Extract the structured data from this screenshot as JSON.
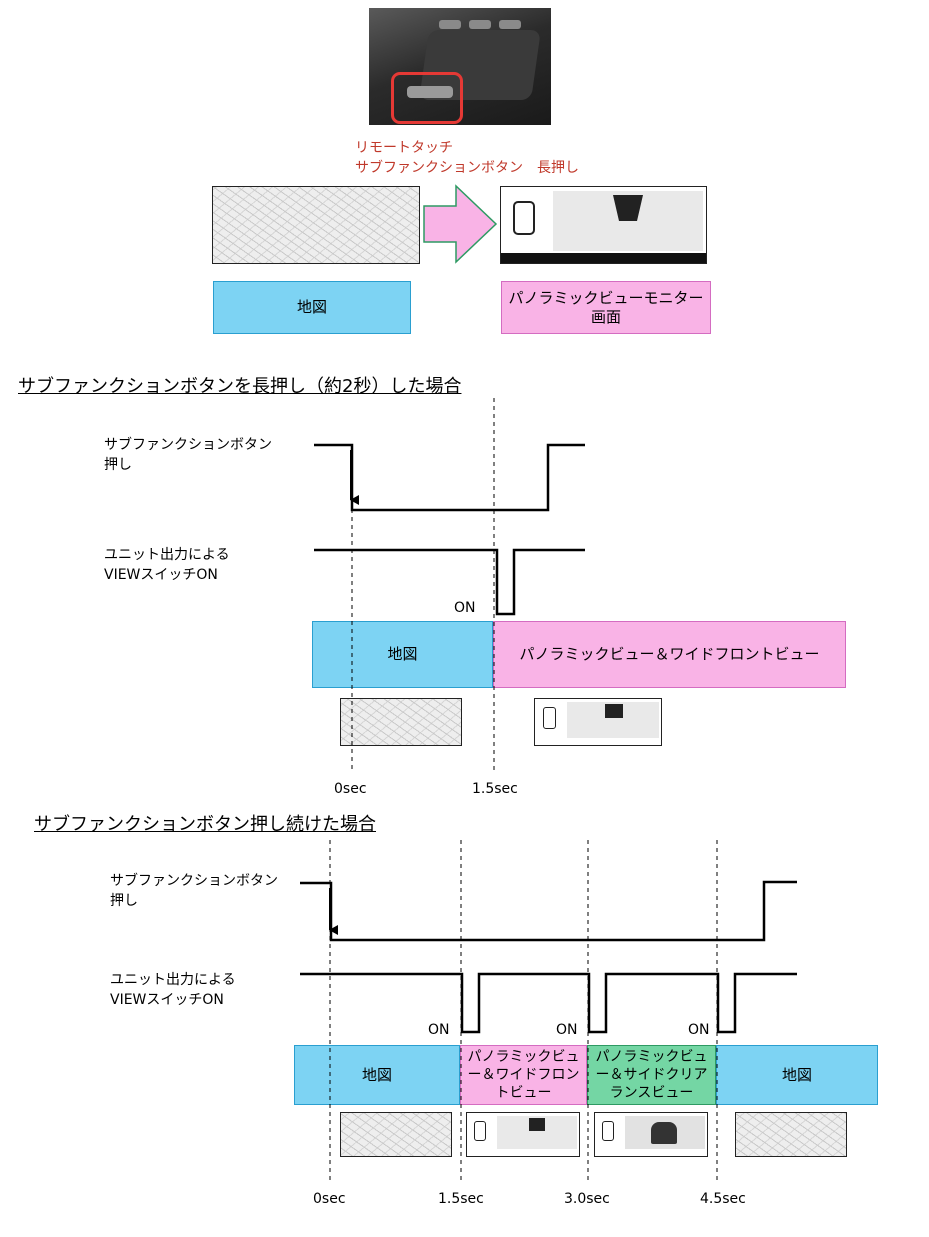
{
  "top": {
    "caption_line1": "リモートタッチ",
    "caption_line2": "サブファンクションボタン　長押し",
    "left_box": "地図",
    "right_box": "パノラミックビューモニター画面"
  },
  "section1": {
    "title": "サブファンクションボタンを長押し（約2秒）した場合",
    "signal1_line1": "サブファンクションボタン",
    "signal1_line2": "押し",
    "signal2_line1": "ユニット出力による",
    "signal2_line2": "VIEWスイッチON",
    "on_label": "ON",
    "box_map": "地図",
    "box_pano": "パノラミックビュー＆ワイドフロントビュー",
    "time0": "0sec",
    "time1": "1.5sec"
  },
  "section2": {
    "title": "サブファンクションボタン押し続けた場合",
    "signal1_line1": "サブファンクションボタン",
    "signal1_line2": "押し",
    "signal2_line1": "ユニット出力による",
    "signal2_line2": "VIEWスイッチON",
    "on_label1": "ON",
    "on_label2": "ON",
    "on_label3": "ON",
    "box_map1": "地図",
    "box_front_l1": "パノラミックビュ",
    "box_front_l2": "ー＆ワイドフロン",
    "box_front_l3": "トビュー",
    "box_side_l1": "パノラミックビュ",
    "box_side_l2": "ー＆サイドクリア",
    "box_side_l3": "ランスビュー",
    "box_map2": "地図",
    "time0": "0sec",
    "time1": "1.5sec",
    "time2": "3.0sec",
    "time3": "4.5sec"
  },
  "colors": {
    "map_box": "#7dd3f3",
    "pano_box": "#f9b3e6",
    "side_box": "#74d6a4",
    "highlight_red": "#e53935",
    "arrow_fill": "#f9b3e6",
    "arrow_stroke": "#2e9a63"
  }
}
